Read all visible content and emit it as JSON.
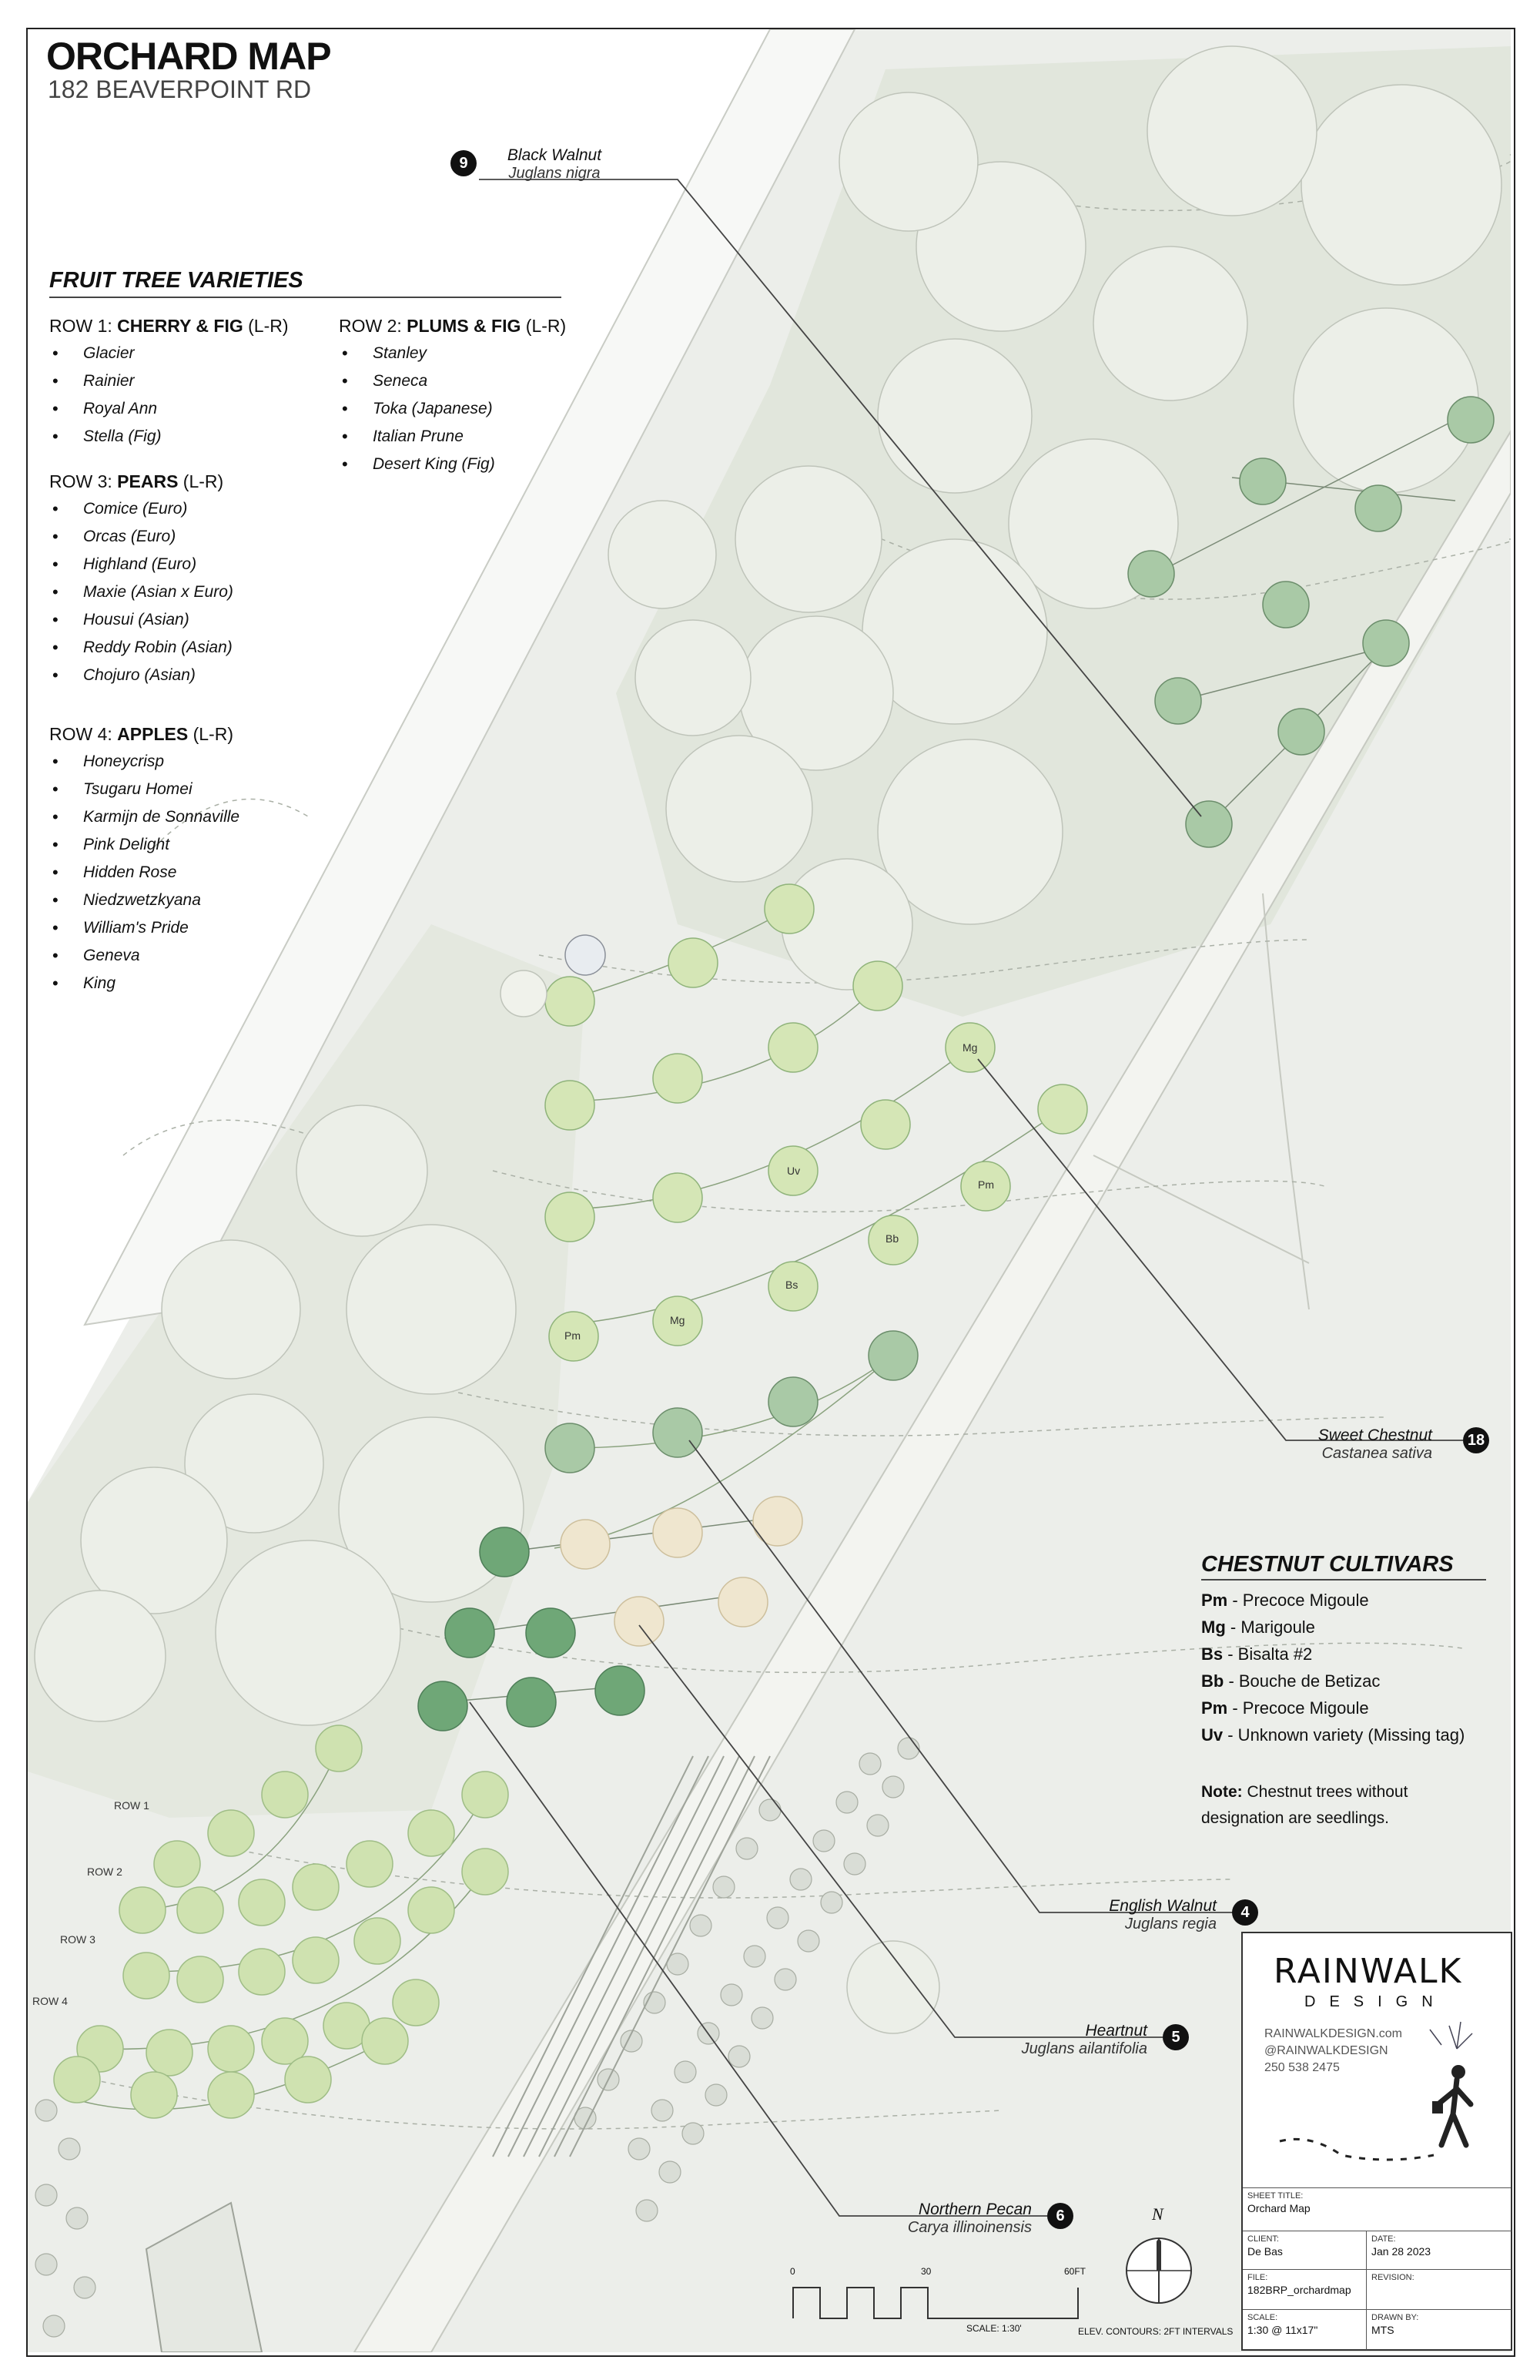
{
  "header": {
    "title": "ORCHARD MAP",
    "subtitle": "182 BEAVERPOINT RD"
  },
  "fruit_trees": {
    "heading": "FRUIT TREE VARIETIES",
    "rows": [
      {
        "prefix": "ROW 1: ",
        "name": "CHERRY & FIG",
        "suffix": " (L-R)",
        "items": [
          "Glacier",
          "Rainier",
          "Royal Ann",
          "Stella (Fig)"
        ]
      },
      {
        "prefix": "ROW 2: ",
        "name": "PLUMS & FIG",
        "suffix": " (L-R)",
        "items": [
          "Stanley",
          "Seneca",
          "Toka (Japanese)",
          "Italian Prune",
          "Desert King (Fig)"
        ]
      },
      {
        "prefix": "ROW 3: ",
        "name": "PEARS",
        "suffix": " (L-R)",
        "items": [
          "Comice (Euro)",
          "Orcas (Euro)",
          "Highland (Euro)",
          "Maxie (Asian x Euro)",
          "Housui (Asian)",
          "Reddy Robin (Asian)",
          "Chojuro (Asian)"
        ]
      },
      {
        "prefix": "ROW 4: ",
        "name": "APPLES",
        "suffix": " (L-R)",
        "items": [
          "Honeycrisp",
          "Tsugaru Homei",
          "Karmijn de Sonnaville",
          "Pink Delight",
          "Hidden Rose",
          "Niedzwetzkyana",
          "William's Pride",
          "Geneva",
          "King"
        ]
      }
    ]
  },
  "chestnut": {
    "heading": "CHESTNUT CULTIVARS",
    "cultivars": [
      {
        "code": "Pm",
        "name": " - Precoce Migoule"
      },
      {
        "code": "Mg",
        "name": " - Marigoule"
      },
      {
        "code": "Bs",
        "name": " - Bisalta #2"
      },
      {
        "code": "Bb",
        "name": " - Bouche de Betizac"
      },
      {
        "code": "Pm",
        "name": " - Precoce Migoule"
      },
      {
        "code": "Uv",
        "name": " - Unknown variety (Missing tag)"
      }
    ],
    "note_label": "Note:",
    "note_text": " Chestnut trees without designation are seedlings."
  },
  "callouts": [
    {
      "number": "9",
      "common": "Black Walnut",
      "scientific": "Juglans nigra"
    },
    {
      "number": "18",
      "common": "Sweet Chestnut",
      "scientific": "Castanea sativa"
    },
    {
      "number": "4",
      "common": "English Walnut",
      "scientific": "Juglans regia"
    },
    {
      "number": "5",
      "common": "Heartnut",
      "scientific": "Juglans ailantifolia"
    },
    {
      "number": "6",
      "common": "Northern Pecan",
      "scientific": "Carya illinoinensis"
    }
  ],
  "map_labels": {
    "tree_codes": [
      "Mg",
      "Pm",
      "Uv",
      "Bb",
      "Bs",
      "Pm",
      "Mg"
    ],
    "rows": [
      "ROW 1",
      "ROW 2",
      "ROW 3",
      "ROW 4"
    ]
  },
  "compass": {
    "north": "N"
  },
  "scale": {
    "ticks": [
      "0",
      "30",
      "60FT"
    ],
    "label": "SCALE: 1:30'",
    "contours": "ELEV. CONTOURS: 2FT INTERVALS"
  },
  "logo": {
    "brand": "RAINWALK",
    "brand_sub": "DESIGN",
    "website": "RAINWALKDESIGN.com",
    "handle": "@RAINWALKDESIGN",
    "phone": "250 538 2475"
  },
  "title_block": {
    "sheet_title_label": "SHEET TITLE:",
    "sheet_title": "Orchard Map",
    "client_label": "CLIENT:",
    "client": "De Bas",
    "date_label": "DATE:",
    "date": "Jan 28 2023",
    "file_label": "FILE:",
    "file": "182BRP_orchardmap",
    "revision_label": "REVISION:",
    "revision": "",
    "scale_label": "SCALE:",
    "scale": "1:30 @ 11x17\"",
    "drawn_label": "DRAWN BY:",
    "drawn": "MTS"
  },
  "colors": {
    "ground": "#eceeea",
    "canopy": "#dfe5da",
    "tree_light": "#d5e6b6",
    "tree_mid": "#b5d39a",
    "tree_dark": "#6fa777",
    "tree_cream": "#efe6cf",
    "path": "#f4f4f1"
  }
}
